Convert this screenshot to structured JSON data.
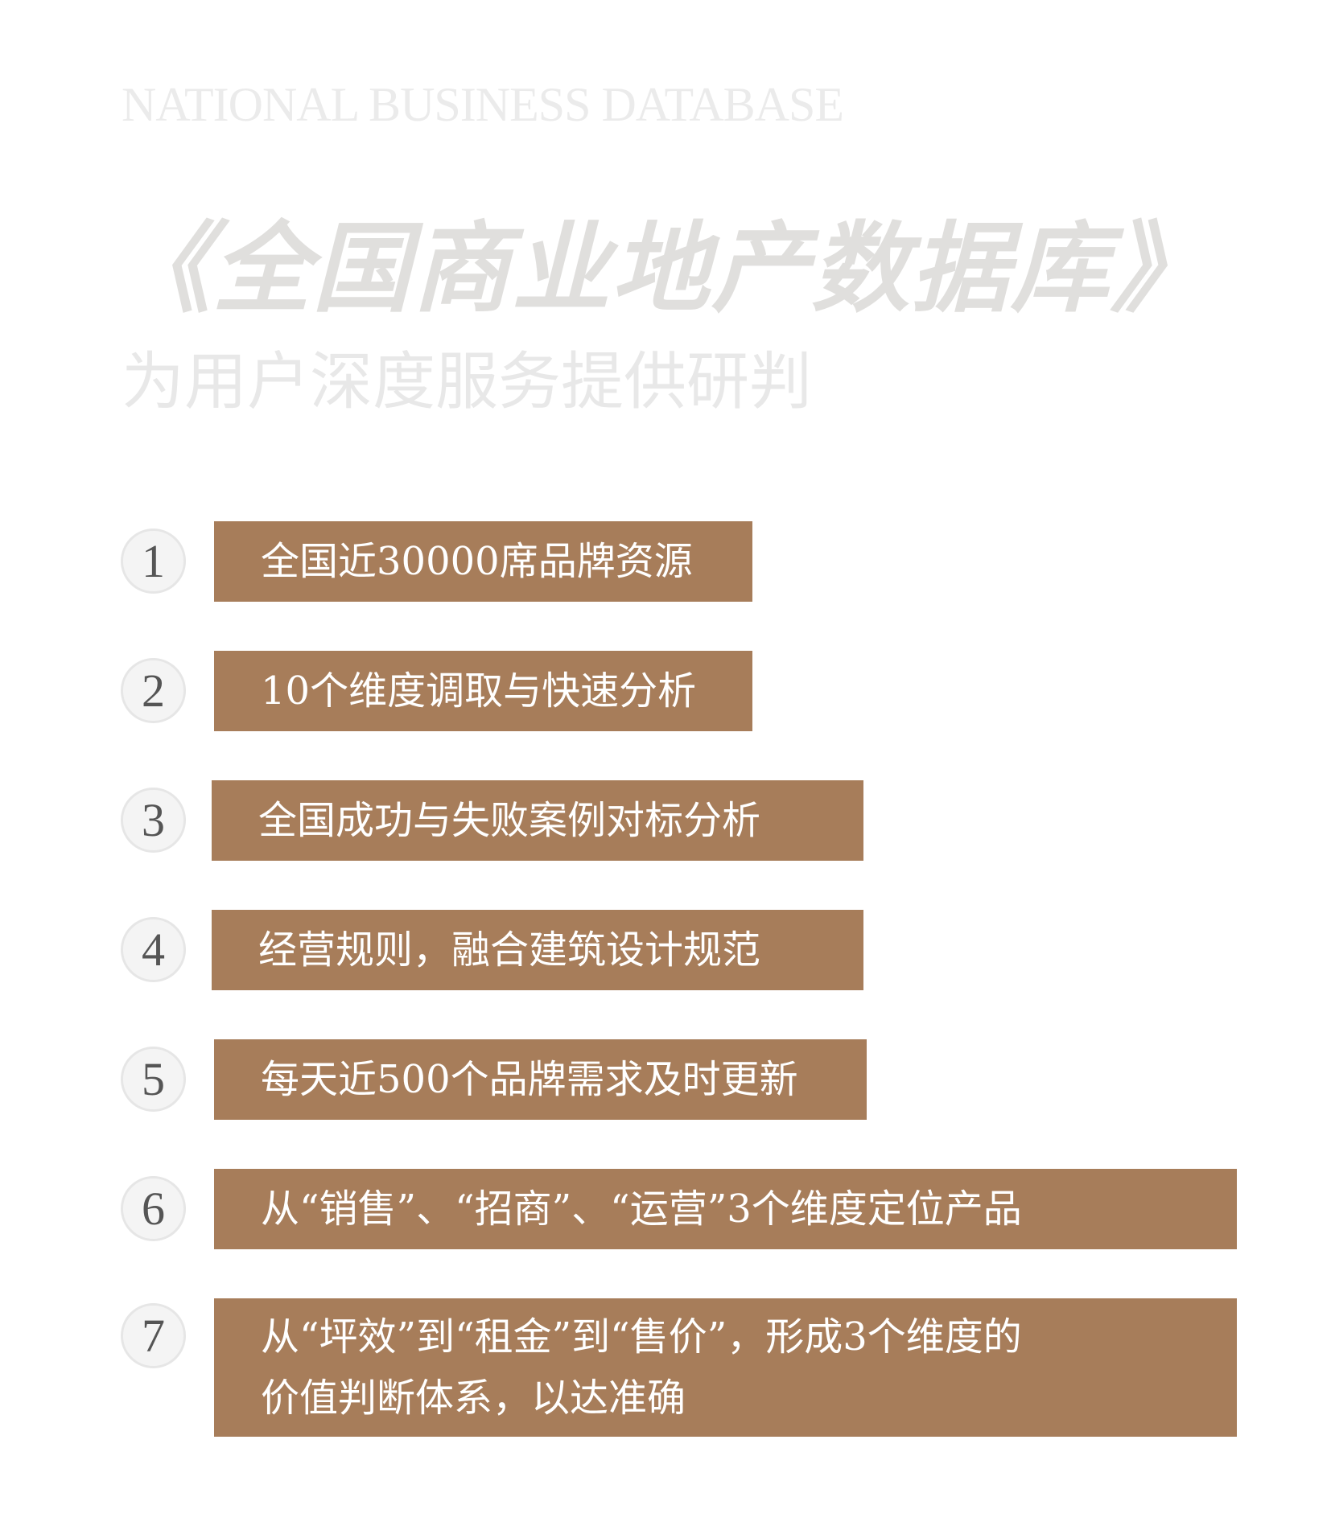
{
  "header": {
    "english": "NATIONAL BUSINESS DATABASE",
    "title": "《全国商业地产数据库》",
    "subtitle": "为用户深度服务提供研判"
  },
  "colors": {
    "bar": "#a77d5a",
    "circle_bg": "#f4f4f4",
    "number": "#555555"
  },
  "items": [
    {
      "number": "1",
      "lines": [
        "全国近30000席品牌资源"
      ]
    },
    {
      "number": "2",
      "lines": [
        "10个维度调取与快速分析"
      ]
    },
    {
      "number": "3",
      "lines": [
        "全国成功与失败案例对标分析"
      ]
    },
    {
      "number": "4",
      "lines": [
        "经营规则，融合建筑设计规范"
      ]
    },
    {
      "number": "5",
      "lines": [
        "每天近500个品牌需求及时更新"
      ]
    },
    {
      "number": "6",
      "lines": [
        "从“销售”、“招商”、“运营”3个维度定位产品"
      ]
    },
    {
      "number": "7",
      "lines": [
        "从“坪效”到“租金”到“售价”，形成3个维度的",
        "价值判断体系，以达准确"
      ]
    }
  ]
}
